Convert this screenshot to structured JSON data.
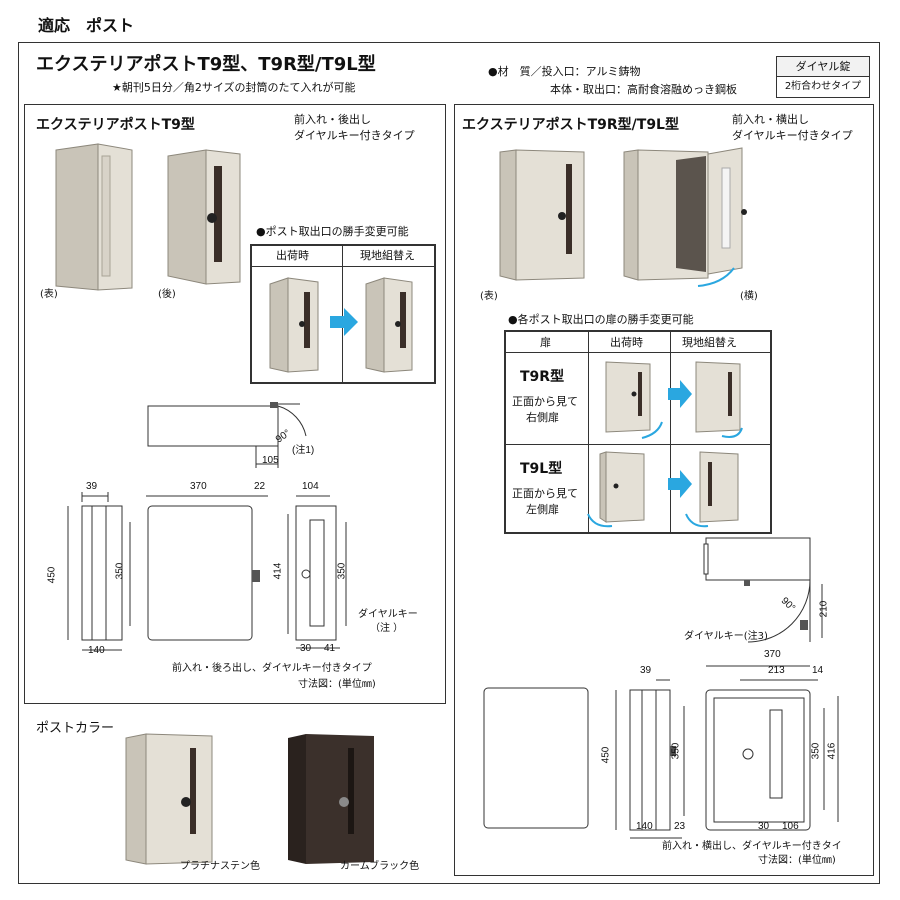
{
  "page_title": "適応　ポスト",
  "product": {
    "title": "エクステリアポストT9型、T9R型/T9L型",
    "note": "★朝刊5日分／角2サイズの封筒のたて入れが可能"
  },
  "material": {
    "line1": "●材　質／投入口：アルミ鋳物",
    "line2": "本体・取出口：高耐食溶融めっき鋼板"
  },
  "lock_box": {
    "head": "ダイヤル錠",
    "body": "2桁合わせタイプ"
  },
  "t9": {
    "title": "エクステリアポストT9型",
    "desc1": "前入れ・後出し",
    "desc2": "ダイヤルキー付きタイプ",
    "front_label": "(表)",
    "back_label": "(後)",
    "change_title": "●ポスト取出口の勝手変更可能",
    "col_ship": "出荷時",
    "col_site": "現地組替え",
    "top_angle": "90°",
    "top_105": "105",
    "top_note": "(注1)",
    "d_39": "39",
    "d_370": "370",
    "d_22": "22",
    "d_104": "104",
    "d_450": "450",
    "d_350a": "350",
    "d_414": "414",
    "d_350b": "350",
    "d_140": "140",
    "d_30": "30",
    "d_41": "41",
    "dial_label": "ダイヤルキー",
    "dial_note": "（注 ）",
    "caption1": "前入れ・後ろ出し、ダイヤルキー付きタイプ",
    "caption2": "寸法図：(単位㎜)"
  },
  "t9r": {
    "title": "エクステリアポストT9R型/T9L型",
    "desc1": "前入れ・横出し",
    "desc2": "ダイヤルキー付きタイプ",
    "front_label": "(表)",
    "side_label": "(横)",
    "change_title": "●各ポスト取出口の扉の勝手変更可能",
    "col_door": "扉",
    "col_ship": "出荷時",
    "col_site": "現地組替え",
    "r_name": "T9R型",
    "r_desc1": "正面から見て",
    "r_desc2": "右側扉",
    "l_name": "T9L型",
    "l_desc1": "正面から見て",
    "l_desc2": "左側扉",
    "top_angle": "90°",
    "top_210": "210",
    "dial_label": "ダイヤルキー(注3)",
    "d_370": "370",
    "d_213": "213",
    "d_14": "14",
    "d_39": "39",
    "d_450": "450",
    "d_350a": "350",
    "d_350b": "350",
    "d_416": "416",
    "d_140": "140",
    "d_23": "23",
    "d_30": "30",
    "d_106": "106",
    "caption1": "前入れ・横出し、ダイヤルキー付きタイ",
    "caption2": "寸法図：(単位㎜)"
  },
  "colors_section": {
    "title": "ポストカラー",
    "color1": "プラチナステン色",
    "color2": "カームブラック色"
  },
  "palette": {
    "cream": "#e4e0d6",
    "dark": "#3b302b",
    "arrow": "#2aa7e0"
  }
}
